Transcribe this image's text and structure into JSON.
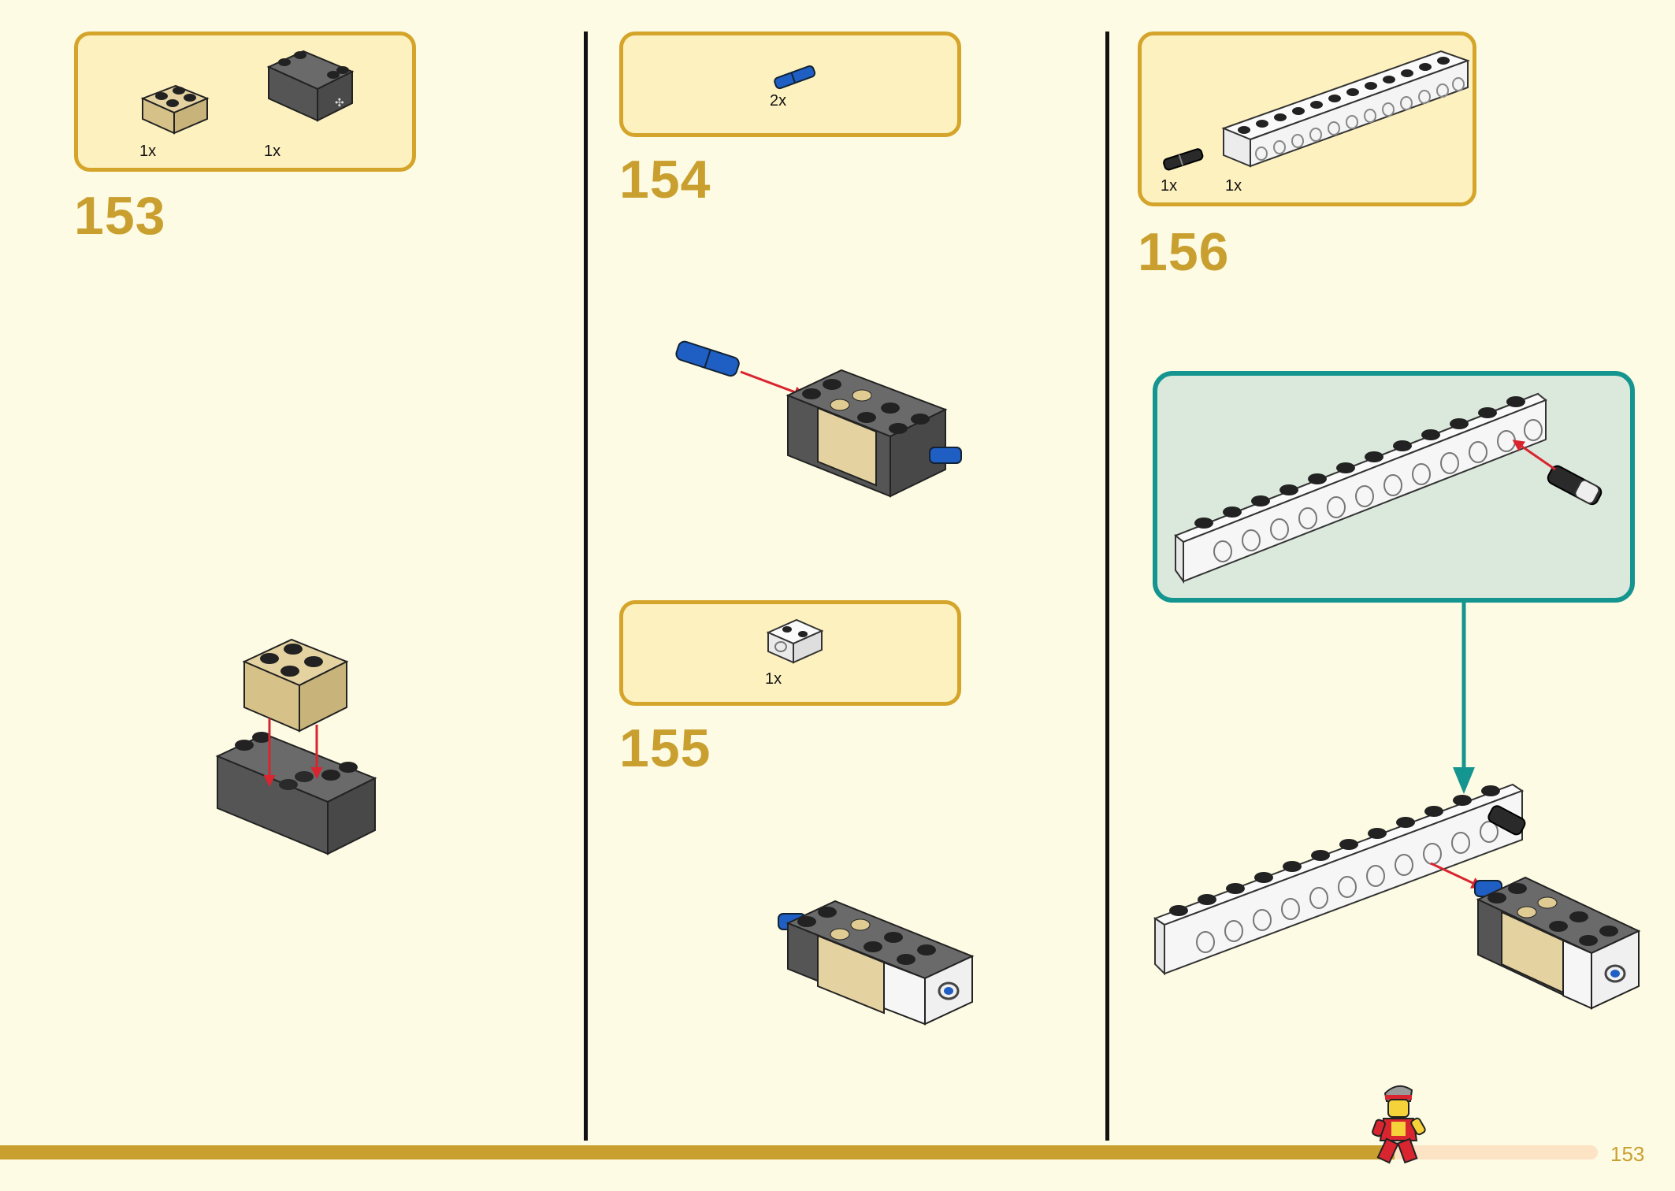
{
  "colors": {
    "background": "#fefbe4",
    "accent_gold": "#d4a52a",
    "parts_box_fill": "#fdf1bf",
    "callout_teal": "#14958f",
    "callout_fill": "#dbe8dc",
    "arrow_red": "#d8252f",
    "progress_track": "#fbe3c4"
  },
  "steps": [
    {
      "number": "153",
      "parts": [
        {
          "name": "tan-brick-2x2",
          "qty": "1x"
        },
        {
          "name": "dark-grey-technic-brick-u",
          "qty": "1x"
        }
      ]
    },
    {
      "number": "154",
      "parts": [
        {
          "name": "blue-technic-pin",
          "qty": "2x"
        }
      ]
    },
    {
      "number": "155",
      "parts": [
        {
          "name": "white-technic-brick-1x2",
          "qty": "1x"
        }
      ]
    },
    {
      "number": "156",
      "parts": [
        {
          "name": "black-technic-pin",
          "qty": "1x"
        },
        {
          "name": "white-technic-beam-1x12",
          "qty": "1x"
        }
      ]
    }
  ],
  "progress": {
    "fraction": 0.87,
    "icon": "minifigure-runner-icon"
  },
  "page": {
    "number": "153"
  }
}
